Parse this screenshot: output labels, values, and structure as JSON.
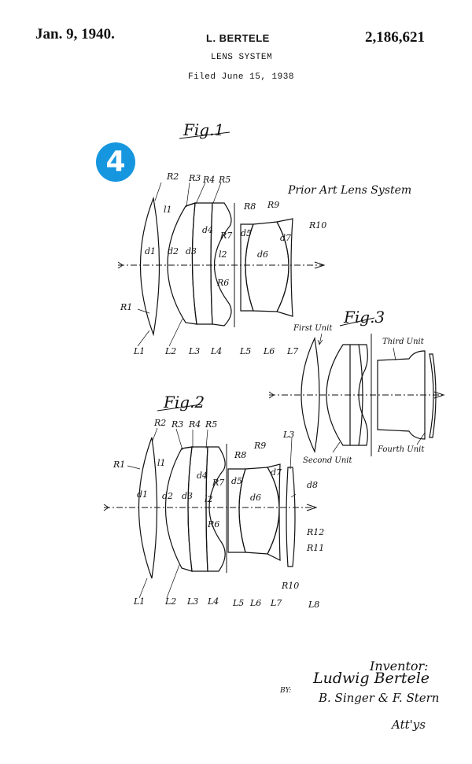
{
  "header": {
    "date": "Jan. 9, 1940.",
    "inventor_name": "L. BERTELE",
    "patent_number": "2,186,621",
    "title": "LENS SYSTEM",
    "filed": "Filed June 15, 1938"
  },
  "badge": {
    "label": "4",
    "color": "#1796e0"
  },
  "fig1": {
    "title": "Fig.1",
    "caption": "Prior Art Lens System",
    "labels": {
      "R1": "R1",
      "R2": "R2",
      "R3": "R3",
      "R4": "R4",
      "R5": "R5",
      "R6": "R6",
      "R7": "R7",
      "R8": "R8",
      "R9": "R9",
      "R10": "R10",
      "d1": "d1",
      "d2": "d2",
      "d3": "d3",
      "d4": "d4",
      "d5": "d5",
      "d6": "d6",
      "d7": "d7",
      "l1": "l1",
      "l2": "l2",
      "L1": "L1",
      "L2": "L2",
      "L3": "L3",
      "L4": "L4",
      "L5": "L5",
      "L6": "L6",
      "L7": "L7"
    }
  },
  "fig2": {
    "title": "Fig.2",
    "labels": {
      "R1": "R1",
      "R2": "R2",
      "R3": "R3",
      "R4": "R4",
      "R5": "R5",
      "R6": "R6",
      "R7": "R7",
      "R8": "R8",
      "R9": "R9",
      "R10": "R10",
      "R11": "R11",
      "R12": "R12",
      "d1": "d1",
      "d2": "d2",
      "d3": "d3",
      "d4": "d4",
      "d5": "d5",
      "d6": "d6",
      "d7": "d7",
      "d8": "d8",
      "l1": "l1",
      "l2": "l2",
      "L1": "L1",
      "L2": "L2",
      "L3": "L3",
      "L4": "L4",
      "L5": "L5",
      "L6": "L6",
      "L7": "L7",
      "L8": "L8",
      "L3b": "L3"
    }
  },
  "fig3": {
    "title": "Fig.3",
    "first_unit": "First Unit",
    "second_unit": "Second Unit",
    "third_unit": "Third Unit",
    "fourth_unit": "Fourth Unit"
  },
  "signature": {
    "inventor_label": "Inventor:",
    "inventor": "Ludwig Bertele",
    "by": "BY:",
    "attorneys": "B. Singer & F. Stern",
    "attys": "Att'ys"
  }
}
